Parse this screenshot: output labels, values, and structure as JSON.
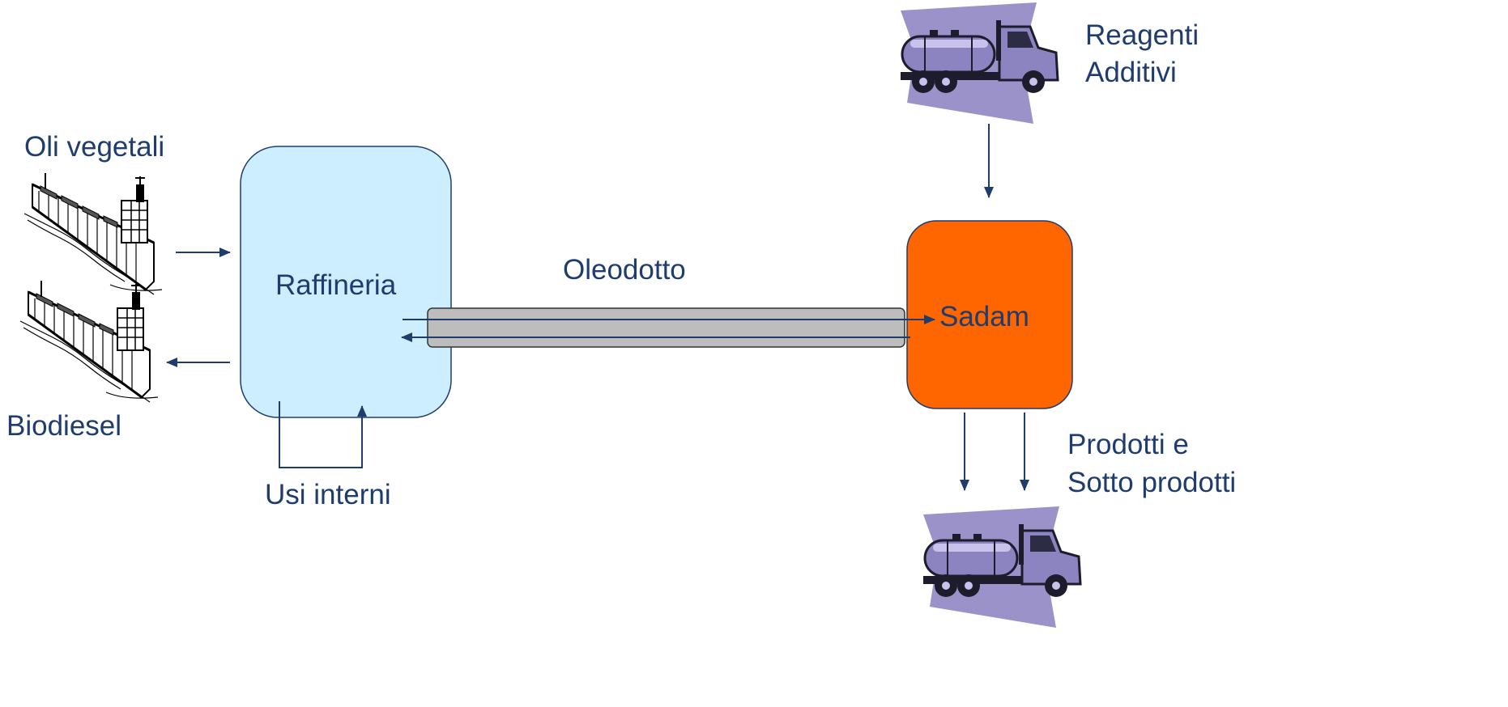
{
  "labels": {
    "oli_vegetali": "Oli vegetali",
    "biodiesel": "Biodiesel",
    "raffineria": "Raffineria",
    "oleodotto": "Oleodotto",
    "sadam": "Sadam",
    "usi_interni": "Usi interni",
    "reagenti": "Reagenti",
    "additivi": "Additivi",
    "prodotti_e": "Prodotti e",
    "sotto_prodotti": "Sotto prodotti"
  },
  "colors": {
    "text": "#1f3c6e",
    "raffineria_fill": "#cceeff",
    "sadam_fill": "#ff6600",
    "pipe_fill": "#bdbdbd",
    "arrow": "#1f3c6e",
    "truck_backdrop": "#9a92c8"
  },
  "icons": {
    "ship": "cargo-ship-icon",
    "truck": "tanker-truck-icon"
  }
}
